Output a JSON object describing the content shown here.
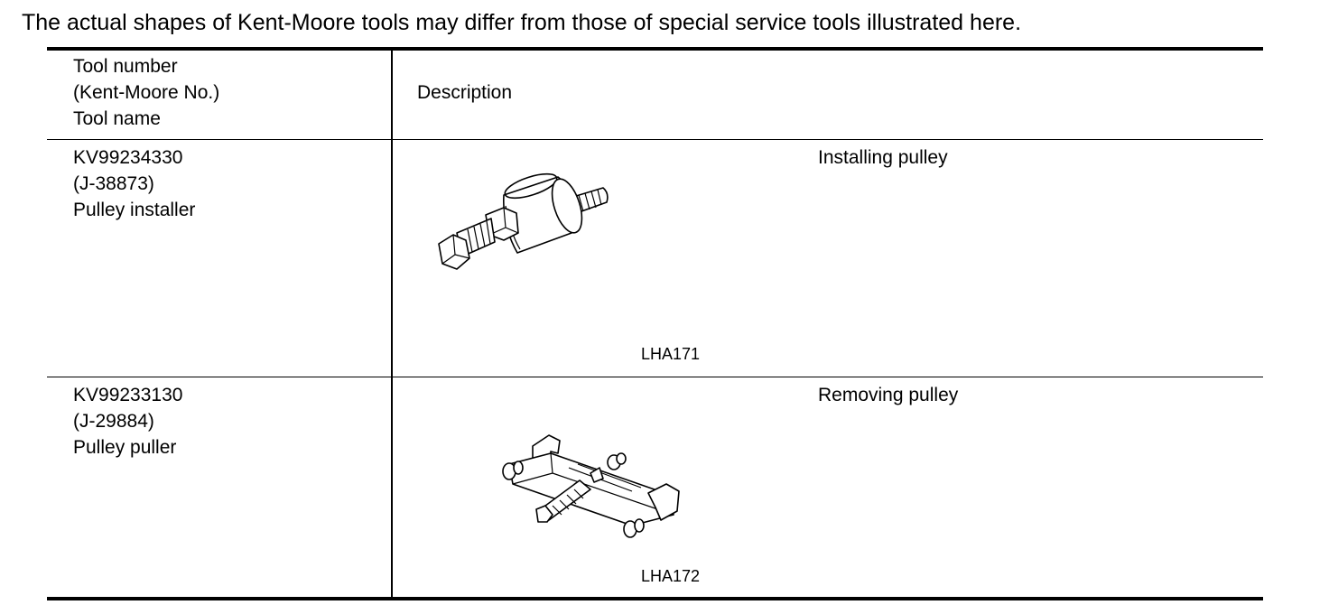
{
  "intro_note": "The actual shapes of Kent-Moore tools may differ from those of special service tools illustrated here.",
  "table": {
    "header": {
      "tool_col": [
        "Tool number",
        "(Kent-Moore No.)",
        "Tool name"
      ],
      "description_col": "Description"
    },
    "rows": [
      {
        "tool_number": "KV99234330",
        "kent_moore_no": "(J-38873)",
        "tool_name": "Pulley installer",
        "description": "Installing pulley",
        "figure_code": "LHA171",
        "figure_icon": "pulley-installer-illustration"
      },
      {
        "tool_number": "KV99233130",
        "kent_moore_no": "(J-29884)",
        "tool_name": "Pulley puller",
        "description": "Removing pulley",
        "figure_code": "LHA172",
        "figure_icon": "pulley-puller-illustration"
      }
    ]
  }
}
